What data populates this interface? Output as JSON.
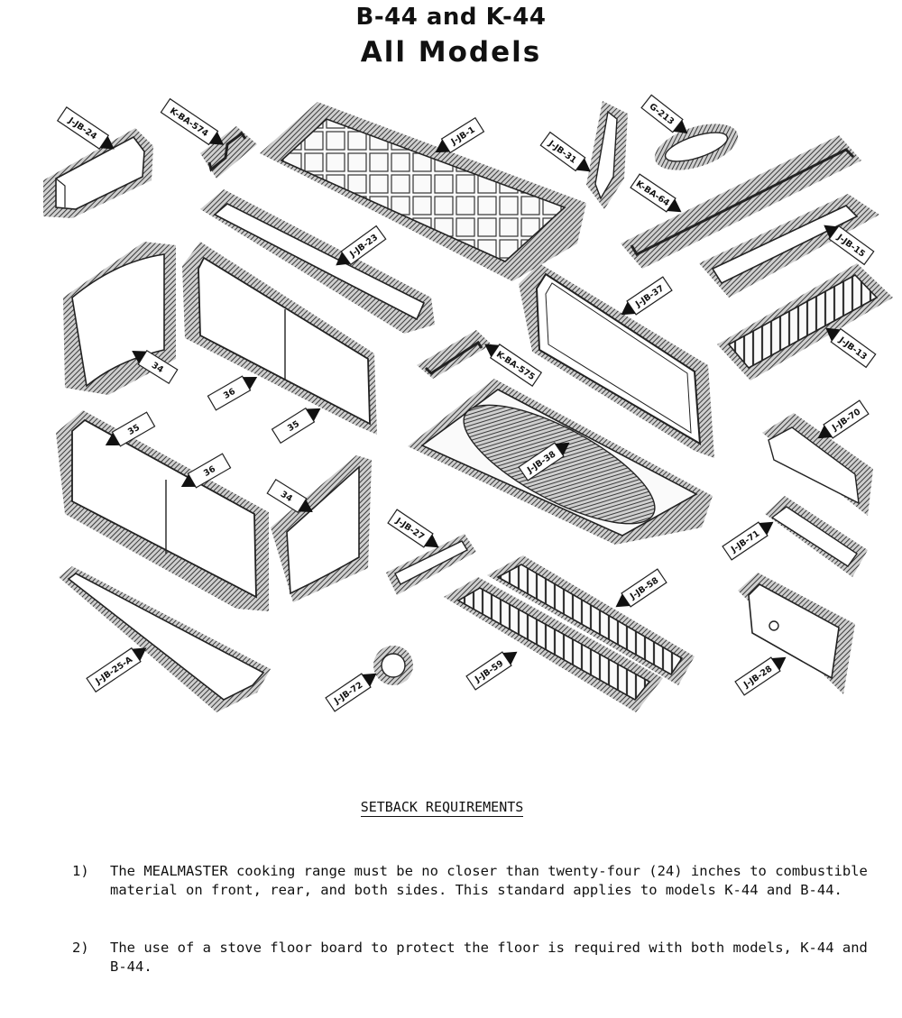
{
  "header": {
    "title": "B-44 and K-44",
    "subtitle": "All Models"
  },
  "parts": [
    {
      "id": "JJB24",
      "label": "J-JB-24"
    },
    {
      "id": "KBA574",
      "label": "K-BA-574"
    },
    {
      "id": "JJB1",
      "label": "J-JB-1"
    },
    {
      "id": "JJB31",
      "label": "J-JB-31"
    },
    {
      "id": "G213",
      "label": "G-213"
    },
    {
      "id": "KBA64",
      "label": "K-BA-64"
    },
    {
      "id": "JJB15",
      "label": "J-JB-15"
    },
    {
      "id": "JJB23",
      "label": "J-JB-23"
    },
    {
      "id": "JJB37",
      "label": "J-JB-37"
    },
    {
      "id": "JJB13",
      "label": "J-JB-13"
    },
    {
      "id": "P34a",
      "label": "34"
    },
    {
      "id": "P36a",
      "label": "36"
    },
    {
      "id": "P35a",
      "label": "35"
    },
    {
      "id": "KBA575",
      "label": "K-BA-575"
    },
    {
      "id": "P35b",
      "label": "35"
    },
    {
      "id": "P36b",
      "label": "36"
    },
    {
      "id": "JJB38",
      "label": "J-JB-38"
    },
    {
      "id": "JJB70",
      "label": "J-JB-70"
    },
    {
      "id": "P34b",
      "label": "34"
    },
    {
      "id": "JJB27",
      "label": "J-JB-27"
    },
    {
      "id": "JJB71",
      "label": "J-JB-71"
    },
    {
      "id": "JJB58",
      "label": "J-JB-58"
    },
    {
      "id": "JJB25A",
      "label": "J-JB-25-A"
    },
    {
      "id": "JJB59",
      "label": "J-JB-59"
    },
    {
      "id": "JJB28",
      "label": "J-JB-28"
    },
    {
      "id": "JJB72",
      "label": "J-JB-72"
    }
  ],
  "setback": {
    "heading": "SETBACK REQUIREMENTS",
    "items": [
      {
        "num": "1)",
        "text": "The MEALMASTER cooking range must be no closer than twenty-four (24) inches to combustible material on front, rear, and both sides.  This standard applies to models K-44 and B-44."
      },
      {
        "num": "2)",
        "text": "The use of a stove floor board to protect the floor is required with both models, K-44 and B-44."
      }
    ]
  }
}
